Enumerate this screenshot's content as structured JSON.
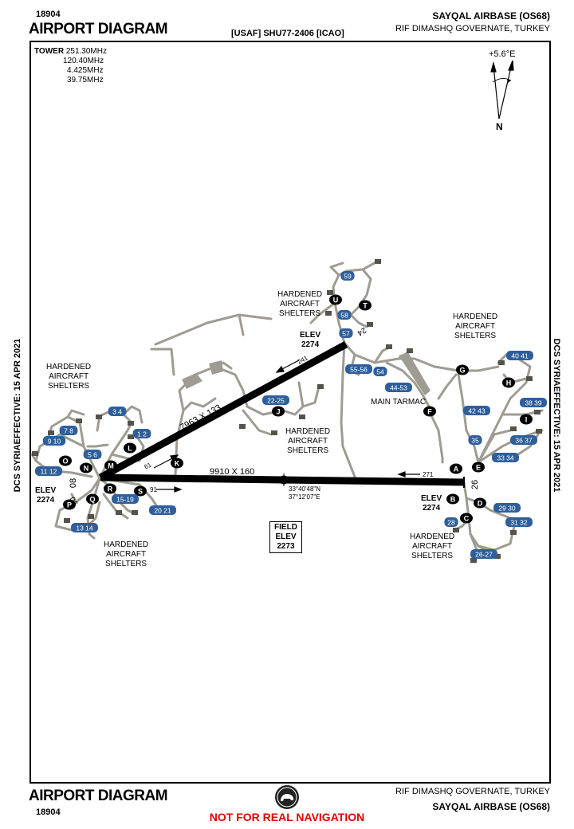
{
  "header": {
    "code_top": "18904",
    "title_top": "AIRPORT DIAGRAM",
    "ident": "[USAF] SHU77-2406 [ICAO]",
    "airport_name": "SAYQAL AIRBASE (OS68)",
    "location": "RIF DIMASHQ GOVERNATE, TURKEY"
  },
  "footer": {
    "title": "AIRPORT DIAGRAM",
    "code": "18904",
    "location": "RIF DIMASHQ GOVERNATE, TURKEY",
    "airport_name": "SAYQAL AIRBASE (OS68)",
    "warning": "NOT FOR REAL NAVIGATION"
  },
  "side": {
    "left": "DCS SYRIAEFFECTIVE: 15 APR 2021",
    "right": "DCS SYRIAEFFECTIVE: 15 APR 2021"
  },
  "frequencies": {
    "label": "TOWER",
    "values": [
      "251.30MHz",
      "120.40MHz",
      "4.425MHz",
      "39.75MHz"
    ]
  },
  "north": {
    "variation": "+5.6°E",
    "letter": "N"
  },
  "runways": {
    "main_dims": "9910 X 160",
    "diag_dims": "7963 X 133",
    "rwy_08": "08",
    "rwy_26": "26",
    "rwy_06": "06",
    "rwy_24": "24",
    "hdg_091": "91",
    "hdg_271": "271",
    "hdg_061": "61",
    "hdg_241": "241"
  },
  "coords": {
    "lat": "33°40'48\"N",
    "lon": "37°12'07\"E"
  },
  "field_elev": {
    "label1": "FIELD",
    "label2": "ELEV",
    "value": "2273"
  },
  "elevations": {
    "west_label": "ELEV",
    "west_value": "2274",
    "north_label": "ELEV",
    "north_value": "2274",
    "east_label": "ELEV",
    "east_value": "2274"
  },
  "labels": {
    "shelters": "HARDENED AIRCRAFT SHELTERS",
    "shelters_l1": "HARDENED",
    "shelters_l2": "AIRCRAFT",
    "shelters_l3": "SHELTERS",
    "main_tarmac": "MAIN TARMAC"
  },
  "taxiways": [
    "A",
    "B",
    "C",
    "D",
    "E",
    "F",
    "G",
    "H",
    "I",
    "J",
    "K",
    "L",
    "M",
    "N",
    "O",
    "P",
    "Q",
    "R",
    "S",
    "T",
    "U"
  ],
  "parking": [
    "59",
    "58",
    "57",
    "55-56",
    "54",
    "44-53",
    "40 41",
    "38 39",
    "42 43",
    "36 37",
    "35",
    "33 34",
    "29 30",
    "31 32",
    "28",
    "26-27",
    "22-25",
    "3 4",
    "1 2",
    "7 8",
    "9 10",
    "5 6",
    "11 12",
    "15-19",
    "20 21",
    "13 14"
  ],
  "colors": {
    "taxiway": "#9e9b92",
    "runway": "#000000",
    "parking_badge": "#2f5f9b",
    "warning": "#e00000"
  }
}
